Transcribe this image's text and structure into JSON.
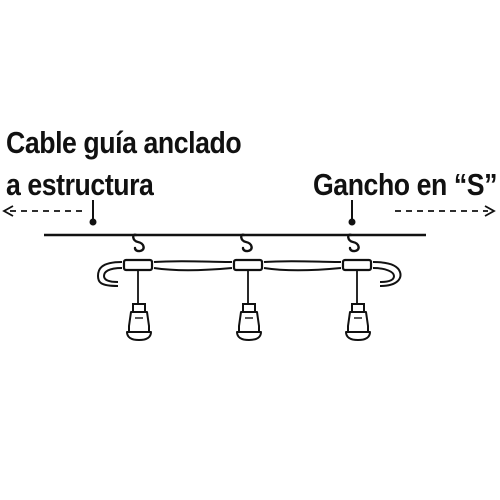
{
  "labels": {
    "guide_cable_line1": "Cable guía anclado",
    "guide_cable_line2": "a estructura",
    "s_hook": "Gancho en “S”"
  },
  "colors": {
    "ink": "#111111",
    "background": "#ffffff"
  },
  "icons": {
    "arrow_left": "dashed-left-arrow-icon",
    "arrow_right": "dashed-right-arrow-icon",
    "hook": "s-hook-icon",
    "bulb": "pendant-bulb-icon"
  }
}
